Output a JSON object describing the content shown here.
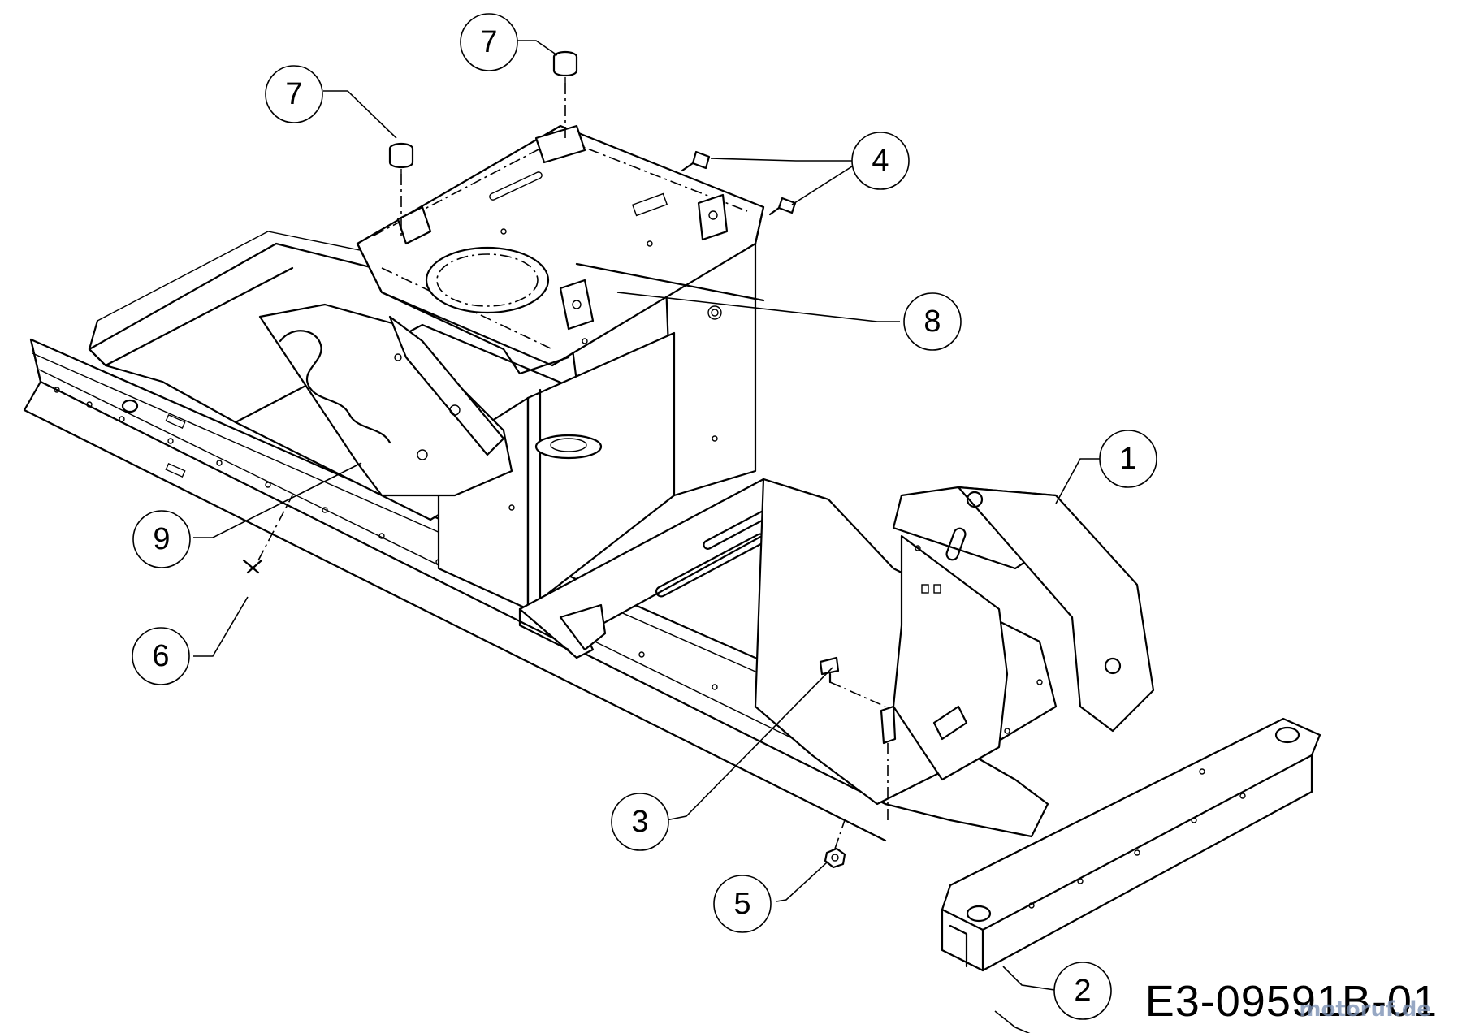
{
  "diagram": {
    "drawing_code": "E3-09591B-01",
    "watermark": "motoruf.de",
    "callouts": [
      {
        "id": "callout-1",
        "label": "1"
      },
      {
        "id": "callout-2",
        "label": "2"
      },
      {
        "id": "callout-3",
        "label": "3"
      },
      {
        "id": "callout-4",
        "label": "4"
      },
      {
        "id": "callout-5",
        "label": "5"
      },
      {
        "id": "callout-6",
        "label": "6"
      },
      {
        "id": "callout-7a",
        "label": "7"
      },
      {
        "id": "callout-7b",
        "label": "7"
      },
      {
        "id": "callout-8",
        "label": "8"
      },
      {
        "id": "callout-9",
        "label": "9"
      }
    ]
  }
}
